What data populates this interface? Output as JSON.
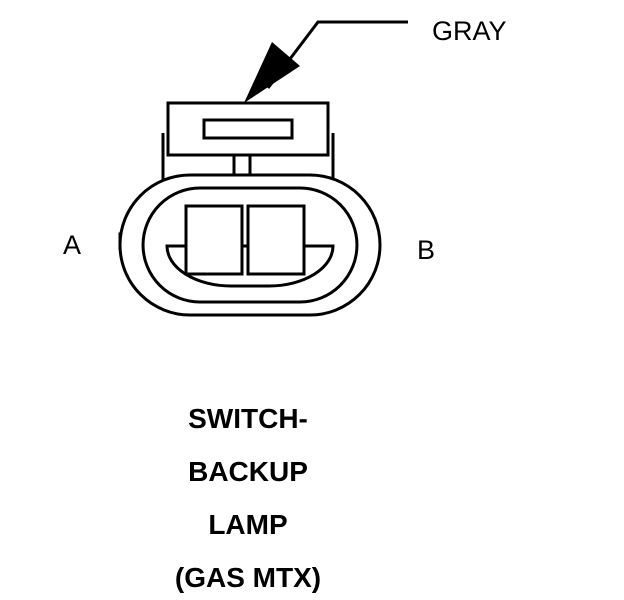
{
  "callout": {
    "color_label": "GRAY"
  },
  "pins": {
    "left": "A",
    "right": "B"
  },
  "title": {
    "lines": [
      "SWITCH-",
      "BACKUP",
      "LAMP",
      "(GAS MTX)"
    ]
  },
  "colors": {
    "ink": "#000000",
    "paper": "#ffffff"
  }
}
